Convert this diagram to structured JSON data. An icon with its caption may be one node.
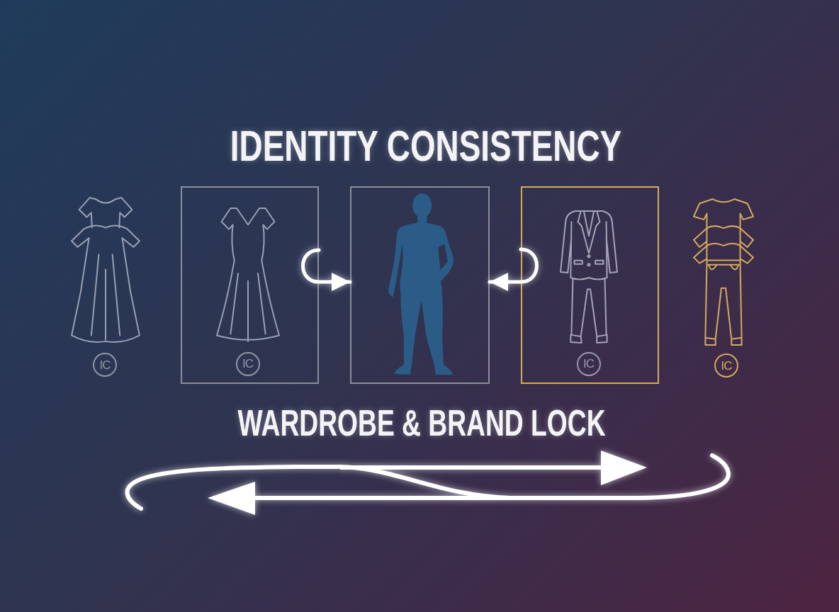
{
  "diagram": {
    "title": "IDENTITY CONSISTENCY",
    "caption": "WARDROBE & BRAND LOCK",
    "nodes": [
      {
        "text": [],
        "shape": "picture"
      },
      {
        "text": [
          "IC"
        ]
      },
      {
        "text": [],
        "shape": "box"
      },
      {
        "text": [],
        "shape": "picture",
        "in": 2
      },
      {
        "text": [
          "IC"
        ],
        "in": 2
      },
      {
        "text": [],
        "shape": "box"
      },
      {
        "text": [],
        "shape": "person",
        "in": 5
      },
      {
        "text": [],
        "shape": "box"
      },
      {
        "text": [],
        "shape": "picture",
        "in": 7
      },
      {
        "text": [
          "IC"
        ],
        "in": 7
      },
      {
        "text": [],
        "shape": "picture"
      },
      {
        "text": [
          "IC"
        ]
      }
    ],
    "edges": [
      {
        "from": 2,
        "to": 5,
        "arrow": "to"
      },
      {
        "from": 7,
        "to": 5,
        "arrow": "to"
      }
    ]
  }
}
